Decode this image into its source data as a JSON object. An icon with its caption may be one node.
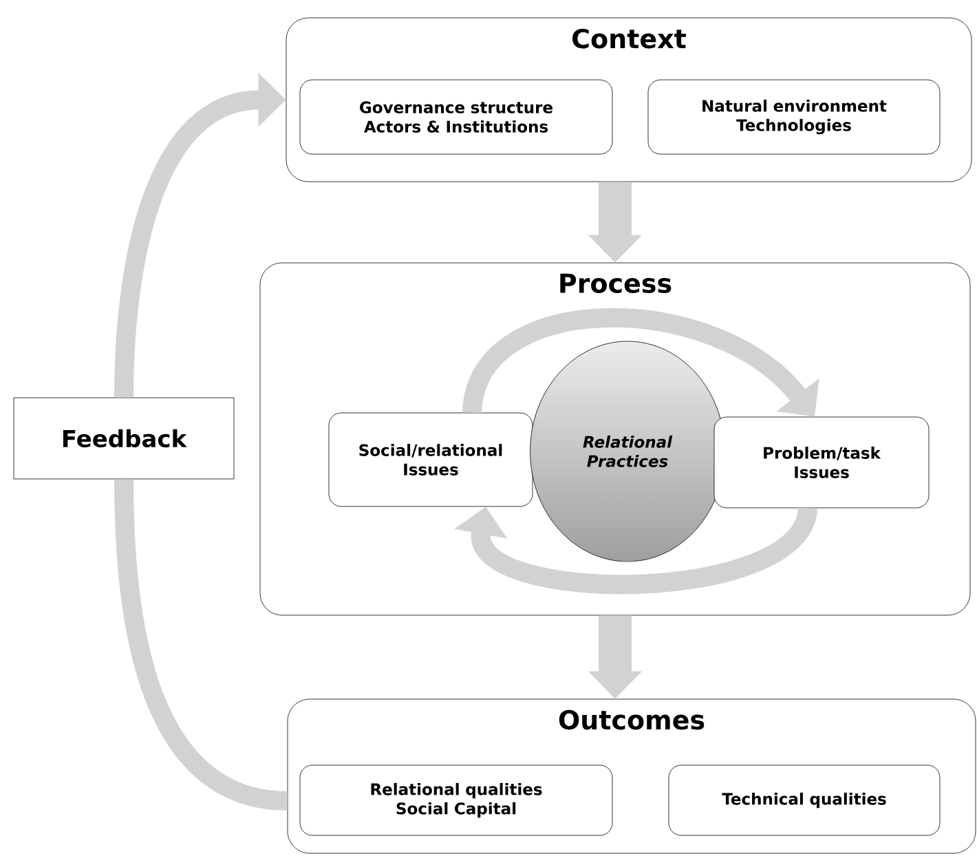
{
  "diagram": {
    "nodes": [
      {
        "text": [
          "Context"
        ]
      },
      {
        "text": [
          "Governance structure Actors & Institutions"
        ],
        "in": 0
      },
      {
        "text": [
          "Natural environment Technologies"
        ],
        "in": 0
      },
      {
        "text": [
          "Process"
        ]
      },
      {
        "text": [
          "Social/relational Issues"
        ],
        "in": 3
      },
      {
        "text": [
          "Relational Practices"
        ],
        "in": 3
      },
      {
        "text": [
          "Problem/task Issues"
        ],
        "in": 3
      },
      {
        "text": [
          "Outcomes"
        ]
      },
      {
        "text": [
          "Relational qualities Social Capital"
        ],
        "in": 7
      },
      {
        "text": [
          "Technical qualities"
        ],
        "in": 7
      },
      {
        "text": [
          "Feedback"
        ]
      }
    ],
    "edges": [
      {
        "from": 0,
        "to": 3,
        "arrow": "to"
      },
      {
        "from": 4,
        "to": 6,
        "arrow": "to"
      },
      {
        "from": 6,
        "to": 4,
        "arrow": "to"
      },
      {
        "from": 3,
        "to": 7,
        "arrow": "to"
      },
      {
        "from": 7,
        "to": 10,
        "arrow": "none"
      },
      {
        "from": 10,
        "to": 0,
        "arrow": "to"
      }
    ]
  }
}
